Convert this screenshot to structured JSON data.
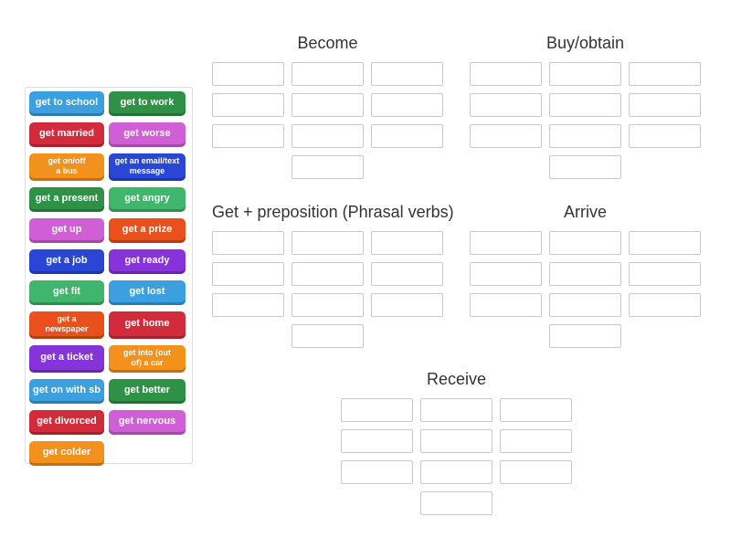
{
  "activity": {
    "kind": "group-sort",
    "background": "#ffffff"
  },
  "colors": {
    "azure": "#3c9fe0",
    "green": "#2e9246",
    "red": "#d22c3c",
    "orchid": "#d05fd6",
    "orange": "#f2921d",
    "royal": "#2a46d4",
    "seagreen": "#40b56c",
    "orangered": "#e9501b",
    "purple": "#8633d9",
    "tile_text": "#ffffff",
    "title_text": "#333333",
    "slot_border": "#c9c9c9",
    "panel_border": "#dcdcdc"
  },
  "tile_panel": {
    "tiles": [
      {
        "label": "get to school",
        "color": "azure"
      },
      {
        "label": "get to work",
        "color": "green"
      },
      {
        "label": "get married",
        "color": "red"
      },
      {
        "label": "get worse",
        "color": "orchid"
      },
      {
        "label": "get on/off\na bus",
        "color": "orange",
        "small": true
      },
      {
        "label": "get an email/text\nmessage",
        "color": "royal",
        "small": true
      },
      {
        "label": "get a present",
        "color": "green"
      },
      {
        "label": "get angry",
        "color": "seagreen"
      },
      {
        "label": "get up",
        "color": "orchid"
      },
      {
        "label": "get a prize",
        "color": "orangered"
      },
      {
        "label": "get a job",
        "color": "royal"
      },
      {
        "label": "get ready",
        "color": "purple"
      },
      {
        "label": "get fit",
        "color": "seagreen"
      },
      {
        "label": "get lost",
        "color": "azure"
      },
      {
        "label": "get a\nnewspaper",
        "color": "orangered",
        "small": true
      },
      {
        "label": "get home",
        "color": "red"
      },
      {
        "label": "get a ticket",
        "color": "purple"
      },
      {
        "label": "get into (out\nof) a car",
        "color": "orange",
        "small": true
      },
      {
        "label": "get on with sb",
        "color": "azure"
      },
      {
        "label": "get better",
        "color": "green"
      },
      {
        "label": "get divorced",
        "color": "red"
      },
      {
        "label": "get nervous",
        "color": "orchid"
      },
      {
        "label": "get colder",
        "color": "orange"
      }
    ]
  },
  "groups": [
    {
      "title": "Become",
      "slot_count": 10,
      "slot_layout": "3+3+3+1 centered"
    },
    {
      "title": "Buy/obtain",
      "slot_count": 10,
      "slot_layout": "3+3+3+1 centered"
    },
    {
      "title": "Get + preposition (Phrasal verbs)",
      "slot_count": 10,
      "slot_layout": "3+3+3+1 centered"
    },
    {
      "title": "Arrive",
      "slot_count": 10,
      "slot_layout": "3+3+3+1 centered"
    },
    {
      "title": "Receive",
      "slot_count": 10,
      "slot_layout": "3+3+3+1 centered"
    }
  ]
}
